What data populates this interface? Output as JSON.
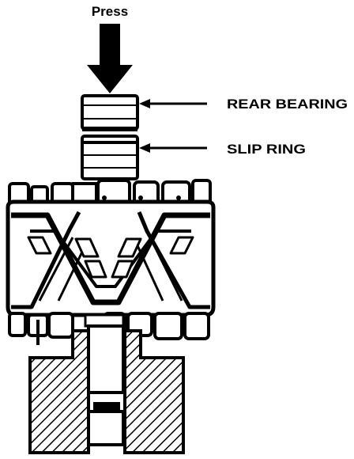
{
  "labels": {
    "press": "Press",
    "rear_bearing": "REAR BEARING",
    "slip_ring": "SLIP RING"
  },
  "colors": {
    "ink": "#000000",
    "paper": "#ffffff"
  }
}
